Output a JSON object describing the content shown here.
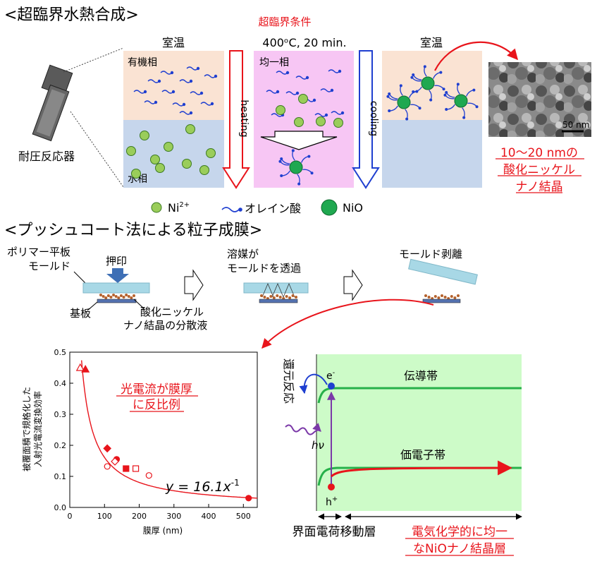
{
  "section1": {
    "heading": "<超臨界水熱合成>",
    "condition_label": "超臨界条件",
    "reactor_label": "耐圧反応器",
    "panel1_title": "室温",
    "panel2_title": "400ᵒC, 20 min.",
    "panel3_title": "室温",
    "organic_phase": "有機相",
    "aqueous_phase": "水相",
    "homogeneous_phase": "均一相",
    "heating_label": "heating",
    "cooling_label": "cooling",
    "scale_bar": "50 nm",
    "result_line1": "10～20 nmの",
    "result_line2": "酸化ニッケル",
    "result_line3": "ナノ結晶",
    "legend_ni": "Ni",
    "legend_ni_sup": "2+",
    "legend_oleic": "オレイン酸",
    "legend_nio": "NiO"
  },
  "section2": {
    "heading": "<プッシュコート法による粒子成膜>",
    "mold_label_line1": "ポリマー平板",
    "mold_label_line2": "モールド",
    "press_label": "押印",
    "substrate_label": "基板",
    "dispersion_line1": "酸化ニッケル",
    "dispersion_line2": "ナノ結晶の分散液",
    "permeate_line1": "溶媒が",
    "permeate_line2": "モールドを透過",
    "peel_label": "モールド剥離"
  },
  "chart_data": {
    "type": "scatter",
    "xlabel": "膜厚 (nm)",
    "ylabel_line1": "被覆面積で規格化した",
    "ylabel_line2": "入射光電流変換効率",
    "xlim": [
      0,
      540
    ],
    "ylim": [
      0,
      0.5
    ],
    "x_ticks": [
      "0",
      "100",
      "200",
      "300",
      "400",
      "500"
    ],
    "y_ticks": [
      "0.0",
      "0.1",
      "0.2",
      "0.3",
      "0.4",
      "0.5"
    ],
    "annotation_line1": "光電流が膜厚",
    "annotation_line2": "に反比例",
    "equation_prefix": "y = 16.1x",
    "equation_exp": "-1",
    "fit": {
      "a": 16.1,
      "exponent": -1
    },
    "points": [
      {
        "x": 30,
        "y": 0.45,
        "marker": "triangle-open"
      },
      {
        "x": 45,
        "y": 0.445,
        "marker": "triangle"
      },
      {
        "x": 108,
        "y": 0.19,
        "marker": "diamond"
      },
      {
        "x": 135,
        "y": 0.155,
        "marker": "circle"
      },
      {
        "x": 130,
        "y": 0.148,
        "marker": "diamond-open"
      },
      {
        "x": 108,
        "y": 0.132,
        "marker": "circle-open"
      },
      {
        "x": 162,
        "y": 0.125,
        "marker": "square"
      },
      {
        "x": 190,
        "y": 0.125,
        "marker": "square-open"
      },
      {
        "x": 228,
        "y": 0.103,
        "marker": "circle-open"
      },
      {
        "x": 515,
        "y": 0.03,
        "marker": "circle"
      }
    ],
    "color": "#e8141b"
  },
  "band": {
    "reduction_label": "還元反応",
    "electron": "e",
    "electron_sup": "-",
    "hole": "h",
    "hole_sup": "+",
    "photon": "hν",
    "conduction_band": "伝導帯",
    "valence_band": "価電子帯",
    "interface_layer": "界面電荷移動層",
    "bulk_line1": "電気化学的に均一",
    "bulk_line2": "なNiOナノ結晶層"
  },
  "colors": {
    "red": "#e8141b",
    "organic": "#fae3d3",
    "aqueous": "#c6d6ec",
    "homogeneous": "#f7c6f4",
    "nio_green": "#1fa850",
    "ni_green": "#9acd5a",
    "oleic_blue": "#1f3fd0",
    "band_bg": "#cdfbc8",
    "band_green": "#26b04a",
    "mold_blue": "#a8d8e6",
    "purple": "#7b39a8"
  }
}
